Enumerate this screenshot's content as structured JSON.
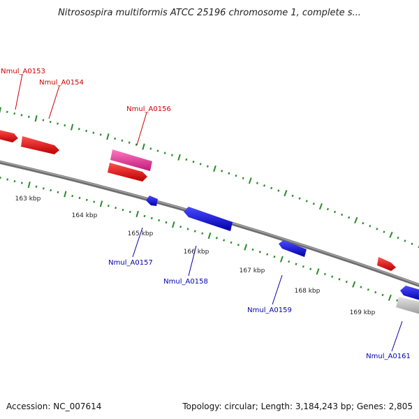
{
  "title": "Nitrosospira multiformis ATCC 25196 chromosome 1, complete s...",
  "accession": "Accession: NC_007614",
  "summary": "Topology: circular; Length: 3,184,243 bp; Genes: 2,805",
  "colors": {
    "backbone": "#7a7a7a",
    "tick": "#2a8a2a",
    "forward_gene": "#ee0000",
    "forward_gene_highlight": "#e8339a",
    "reverse_gene": "#0000dd",
    "other_gene": "#bdbdbd",
    "forward_label": "#cc0000",
    "reverse_label": "#0000aa"
  },
  "scale_labels": [
    "163 kbp",
    "164 kbp",
    "165 kbp",
    "166 kbp",
    "167 kbp",
    "168 kbp",
    "169 kbp"
  ],
  "gene_labels": [
    {
      "text": "Nmul_A0153",
      "strand": "forward"
    },
    {
      "text": "Nmul_A0154",
      "strand": "forward"
    },
    {
      "text": "Nmul_A0156",
      "strand": "forward"
    },
    {
      "text": "Nmul_A0157",
      "strand": "reverse"
    },
    {
      "text": "Nmul_A0158",
      "strand": "reverse"
    },
    {
      "text": "Nmul_A0159",
      "strand": "reverse"
    },
    {
      "text": "Nmul_A0161",
      "strand": "reverse"
    }
  ]
}
